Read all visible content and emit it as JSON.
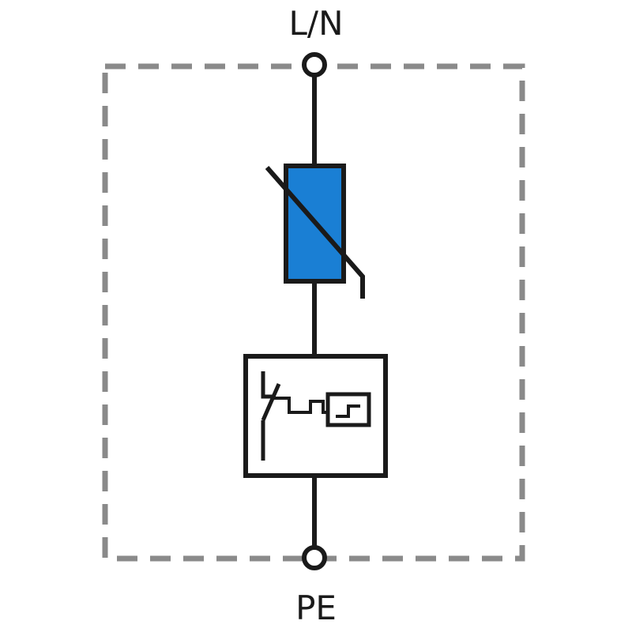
{
  "terminals": {
    "top_label": "L/N",
    "bottom_label": "PE"
  },
  "colors": {
    "wire": "#1a1a1a",
    "enclosure_dash": "#8a8a8a",
    "varistor_fill": "#1a7fd4",
    "background": "#ffffff"
  },
  "components": {
    "enclosure": "dashed-enclosure",
    "varistor": "varistor-symbol",
    "disconnector": "thermal-disconnector-symbol"
  }
}
